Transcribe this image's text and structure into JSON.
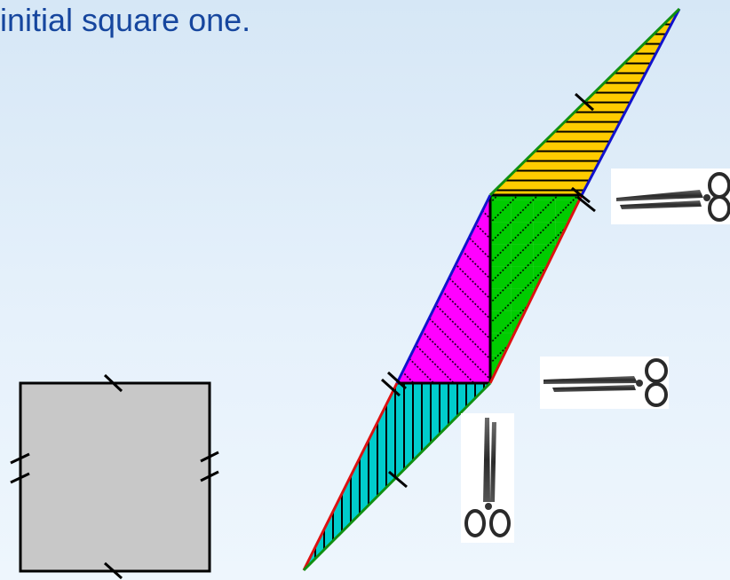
{
  "caption": {
    "text": "initial square one."
  },
  "colors": {
    "square_fill": "#c8c8c8",
    "piece_yellow": "#ffcc00",
    "piece_green": "#00cc00",
    "piece_magenta": "#ff00ff",
    "piece_cyan": "#00cccc",
    "edge_red": "#dd1111",
    "edge_blue": "#1111cc",
    "edge_green": "#109010",
    "text": "#16469e"
  },
  "icons": [
    "scissors-icon-top",
    "scissors-icon-middle",
    "scissors-icon-vertical"
  ]
}
